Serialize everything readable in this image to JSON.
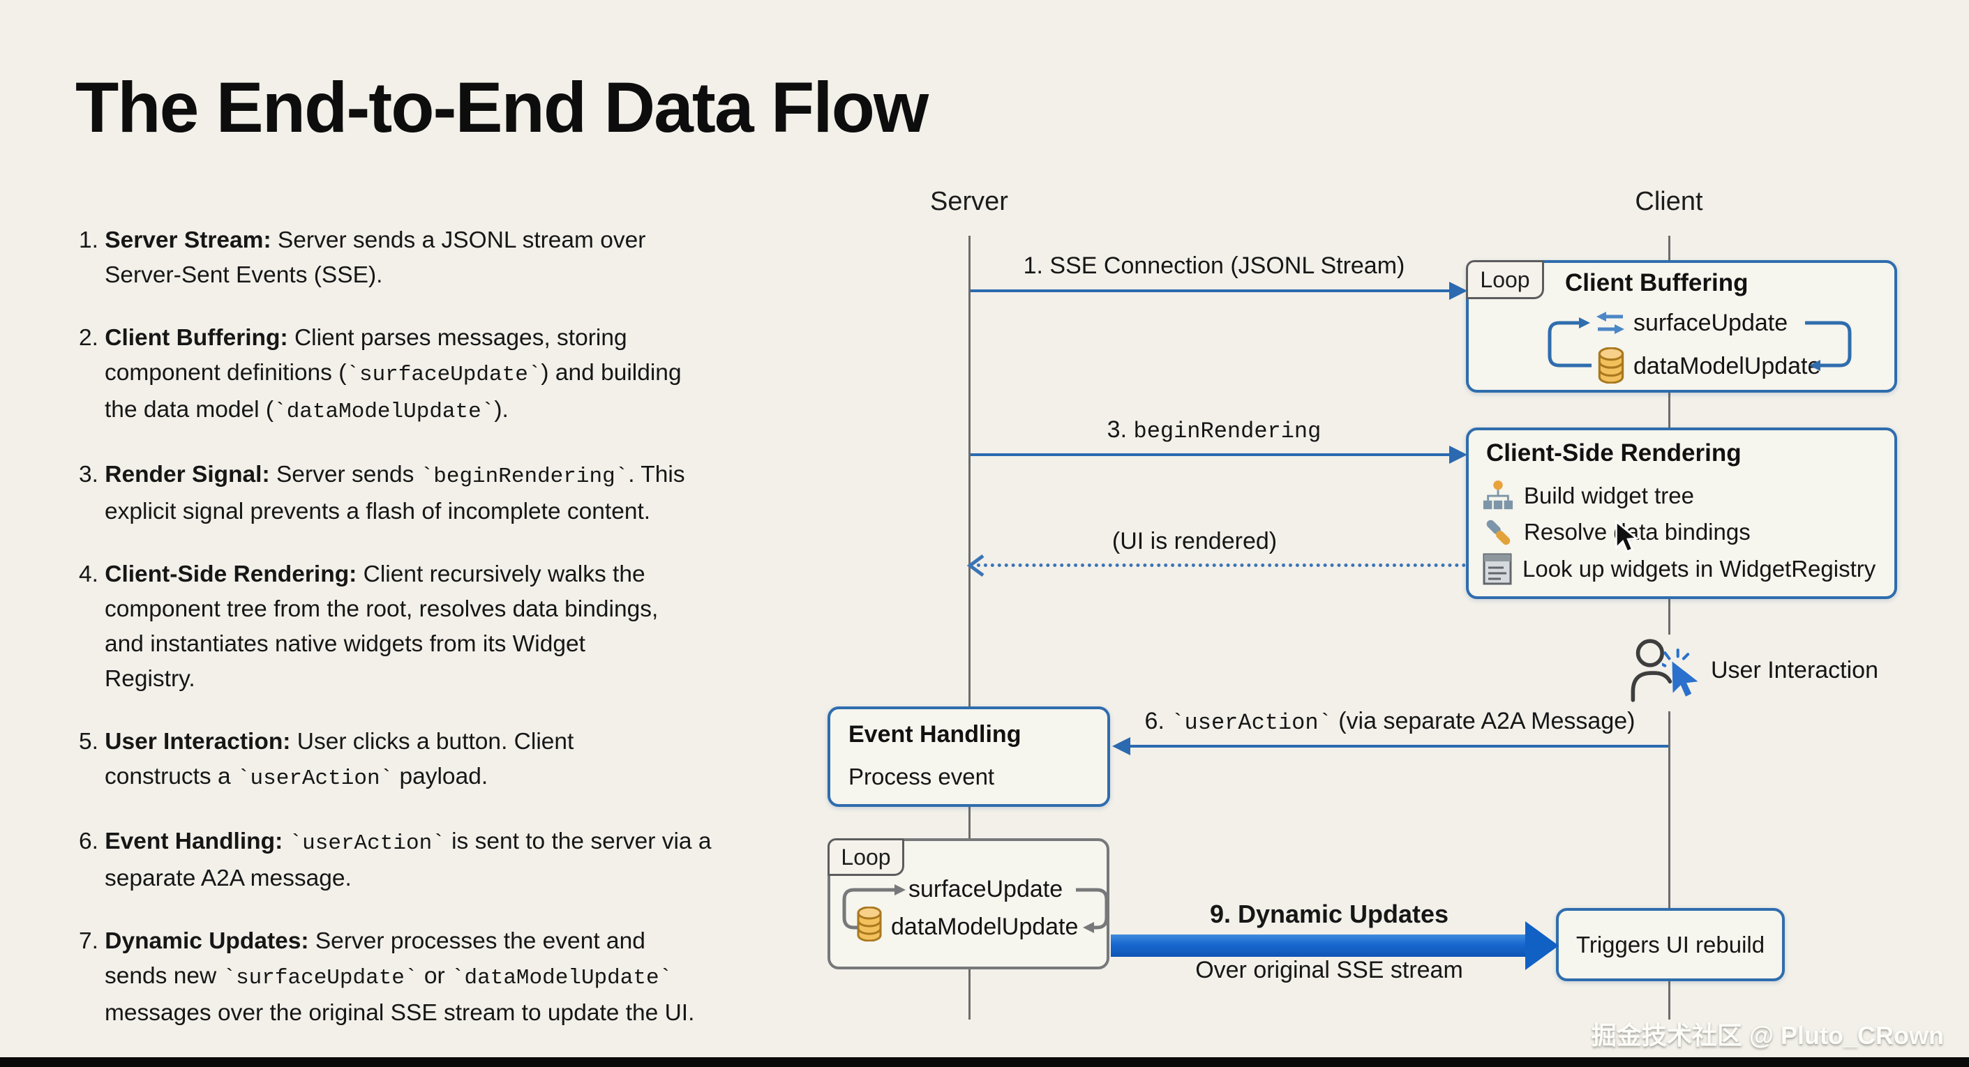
{
  "title": "The End-to-End Data Flow",
  "steps": [
    {
      "num": "1.",
      "parts": [
        {
          "b": "Server Stream:"
        },
        {
          "r": " Server sends a JSONL stream over\nServer-Sent Events (SSE)."
        }
      ]
    },
    {
      "num": "2.",
      "parts": [
        {
          "b": "Client Buffering:"
        },
        {
          "r": " Client parses messages, storing\ncomponent definitions ("
        },
        {
          "c": "`surfaceUpdate`"
        },
        {
          "r": ") and building\nthe data model ("
        },
        {
          "c": "`dataModelUpdate`"
        },
        {
          "r": ")."
        }
      ]
    },
    {
      "num": "3.",
      "parts": [
        {
          "b": "Render Signal:"
        },
        {
          "r": " Server sends "
        },
        {
          "c": "`beginRendering`"
        },
        {
          "r": ". This\nexplicit signal prevents a flash of incomplete content."
        }
      ]
    },
    {
      "num": "4.",
      "parts": [
        {
          "b": "Client-Side Rendering:"
        },
        {
          "r": " Client recursively walks the\ncomponent tree from the root, resolves data bindings,\nand instantiates native widgets from its Widget\nRegistry."
        }
      ]
    },
    {
      "num": "5.",
      "parts": [
        {
          "b": "User Interaction:"
        },
        {
          "r": " User clicks a button. Client\nconstructs a "
        },
        {
          "c": "`userAction`"
        },
        {
          "r": " payload."
        }
      ]
    },
    {
      "num": "6.",
      "parts": [
        {
          "b": "Event Handling:"
        },
        {
          "r": " "
        },
        {
          "c": "`userAction`"
        },
        {
          "r": " is sent to the server via a\nseparate A2A message."
        }
      ]
    },
    {
      "num": "7.",
      "parts": [
        {
          "b": "Dynamic Updates:"
        },
        {
          "r": " Server processes the event and\nsends new "
        },
        {
          "c": "`surfaceUpdate`"
        },
        {
          "r": " or "
        },
        {
          "c": "`dataModelUpdate`"
        },
        {
          "r": "\nmessages over the original SSE stream to update the UI."
        }
      ]
    }
  ],
  "diagram": {
    "server_label": "Server",
    "client_label": "Client",
    "messages": {
      "m1": {
        "parts": [
          {
            "r": "1. SSE Connection (JSONL Stream)"
          }
        ]
      },
      "m3": {
        "parts": [
          {
            "r": "3. "
          },
          {
            "c": "beginRendering"
          }
        ]
      },
      "rendered": {
        "parts": [
          {
            "r": "(UI is rendered)"
          }
        ]
      },
      "m6": {
        "parts": [
          {
            "r": "6. "
          },
          {
            "c": "`userAction`"
          },
          {
            "r": " (via separate A2A Message)"
          }
        ]
      },
      "m9": {
        "title": "9. Dynamic Updates",
        "subtitle": "Over original SSE stream"
      }
    },
    "boxes": {
      "buffering": {
        "tab": "Loop",
        "title": "Client Buffering",
        "row1": "surfaceUpdate",
        "row2": "dataModelUpdate",
        "row1_icon": "swap-icon",
        "row2_icon": "database-icon"
      },
      "rendering": {
        "title": "Client-Side Rendering",
        "items": [
          {
            "icon": "widget-tree-icon",
            "label": "Build widget tree"
          },
          {
            "icon": "data-bindings-icon",
            "label": "Resolve data bindings"
          },
          {
            "icon": "widget-registry-icon",
            "label": "Look up widgets in WidgetRegistry"
          }
        ]
      },
      "event_handling": {
        "title": "Event Handling",
        "body": "Process event"
      },
      "loop": {
        "tab": "Loop",
        "row1": "surfaceUpdate",
        "row2": "dataModelUpdate",
        "row2_icon": "database-icon"
      },
      "triggers": {
        "label": "Triggers UI rebuild"
      }
    },
    "user_interaction_label": "User Interaction"
  },
  "watermark": "掘金技术社区 @ Pluto_CRown",
  "colors": {
    "background": "#f2f0e9",
    "arrow_blue": "#2b69b0",
    "thick_arrow_blue": "#1160c4",
    "box_border_blue": "#2f6dad",
    "gray_lifeline": "#6c6c6c",
    "gray_box_border": "#77787a",
    "database_orange": "#f2c05c",
    "text_black": "#161616"
  }
}
